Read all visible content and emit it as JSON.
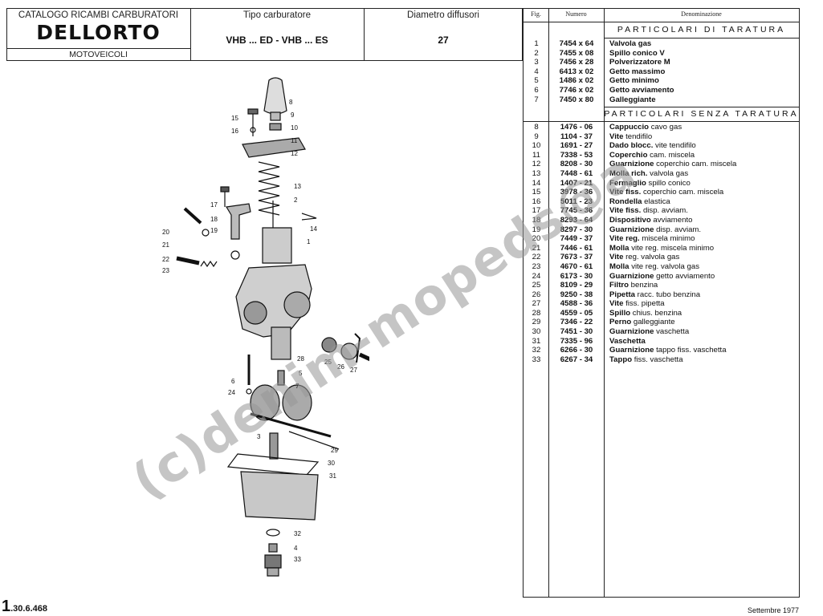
{
  "header": {
    "catalog_title": "CATALOGO RICAMBI CARBURATORI",
    "brand": "DELLORTO",
    "subtitle": "MOTOVEICOLI",
    "type_label": "Tipo carburatore",
    "type_value": "VHB ... ED - VHB ... ES",
    "diameter_label": "Diametro diffusori",
    "diameter_value": "27"
  },
  "table": {
    "col_fig": "Fig.",
    "col_num": "Numero",
    "col_den": "Denominazione",
    "section1_title": "PARTICOLARI DI TARATURA",
    "section1_rows": [
      {
        "fig": "1",
        "num": "7454 x 64",
        "den_bold": "Valvola gas",
        "den_rest": ""
      },
      {
        "fig": "2",
        "num": "7455 x 08",
        "den_bold": "Spillo conico V",
        "den_rest": ""
      },
      {
        "fig": "3",
        "num": "7456 x 28",
        "den_bold": "Polverizzatore M",
        "den_rest": ""
      },
      {
        "fig": "4",
        "num": "6413 x 02",
        "den_bold": "Getto massimo",
        "den_rest": ""
      },
      {
        "fig": "5",
        "num": "1486 x 02",
        "den_bold": "Getto minimo",
        "den_rest": ""
      },
      {
        "fig": "6",
        "num": "7746 x 02",
        "den_bold": "Getto avviamento",
        "den_rest": ""
      },
      {
        "fig": "7",
        "num": "7450 x 80",
        "den_bold": "Galleggiante",
        "den_rest": ""
      }
    ],
    "section2_title": "PARTICOLARI SENZA TARATURA",
    "section2_rows": [
      {
        "fig": "8",
        "num": "1476 - 06",
        "den_bold": "Cappuccio",
        "den_rest": " cavo gas"
      },
      {
        "fig": "9",
        "num": "1104 - 37",
        "den_bold": "Vite",
        "den_rest": " tendifilo"
      },
      {
        "fig": "10",
        "num": "1691 - 27",
        "den_bold": "Dado blocc.",
        "den_rest": " vite tendifilo"
      },
      {
        "fig": "11",
        "num": "7338 - 53",
        "den_bold": "Coperchio",
        "den_rest": " cam. miscela"
      },
      {
        "fig": "12",
        "num": "8208 - 30",
        "den_bold": "Guarnizione",
        "den_rest": " coperchio cam. miscela"
      },
      {
        "fig": "13",
        "num": "7448 - 61",
        "den_bold": "Molla rich.",
        "den_rest": " valvola gas"
      },
      {
        "fig": "14",
        "num": "1407 - 21",
        "den_bold": "Fermaglio",
        "den_rest": " spillo conico"
      },
      {
        "fig": "15",
        "num": "3978 - 36",
        "den_bold": "Vite fiss.",
        "den_rest": " coperchio cam. miscela"
      },
      {
        "fig": "16",
        "num": "5011 - 23",
        "den_bold": "Rondella",
        "den_rest": " elastica"
      },
      {
        "fig": "17",
        "num": "7745 - 36",
        "den_bold": "Vite fiss.",
        "den_rest": " disp. avviam."
      },
      {
        "fig": "18",
        "num": "8293 - 64",
        "den_bold": "Dispositivo",
        "den_rest": " avviamento"
      },
      {
        "fig": "19",
        "num": "8297 - 30",
        "den_bold": "Guarnizione",
        "den_rest": " disp. avviam."
      },
      {
        "fig": "20",
        "num": "7449 - 37",
        "den_bold": "Vite reg.",
        "den_rest": " miscela minimo"
      },
      {
        "fig": "21",
        "num": "7446 - 61",
        "den_bold": "Molla",
        "den_rest": " vite reg. miscela minimo"
      },
      {
        "fig": "22",
        "num": "7673 - 37",
        "den_bold": "Vite",
        "den_rest": " reg. valvola gas"
      },
      {
        "fig": "23",
        "num": "4670 - 61",
        "den_bold": "Molla",
        "den_rest": " vite reg. valvola gas"
      },
      {
        "fig": "24",
        "num": "6173 - 30",
        "den_bold": "Guarnizione",
        "den_rest": " getto avviamento"
      },
      {
        "fig": "25",
        "num": "8109 - 29",
        "den_bold": "Filtro",
        "den_rest": " benzina"
      },
      {
        "fig": "26",
        "num": "9250 - 38",
        "den_bold": "Pipetta",
        "den_rest": " racc. tubo benzina"
      },
      {
        "fig": "27",
        "num": "4588 - 36",
        "den_bold": "Vite",
        "den_rest": " fiss. pipetta"
      },
      {
        "fig": "28",
        "num": "4559 - 05",
        "den_bold": "Spillo",
        "den_rest": " chius. benzina"
      },
      {
        "fig": "29",
        "num": "7346 - 22",
        "den_bold": "Perno",
        "den_rest": " galleggiante"
      },
      {
        "fig": "30",
        "num": "7451 - 30",
        "den_bold": "Guarnizione",
        "den_rest": " vaschetta"
      },
      {
        "fig": "31",
        "num": "7335 - 96",
        "den_bold": "Vaschetta",
        "den_rest": ""
      },
      {
        "fig": "32",
        "num": "6266 - 30",
        "den_bold": "Guarnizione",
        "den_rest": " tappo fiss. vaschetta"
      },
      {
        "fig": "33",
        "num": "6267 - 34",
        "den_bold": "Tappo",
        "den_rest": " fiss. vaschetta"
      }
    ]
  },
  "diagram": {
    "callouts": [
      "8",
      "9",
      "10",
      "11",
      "12",
      "13",
      "2",
      "1",
      "14",
      "15",
      "16",
      "17",
      "18",
      "19",
      "20",
      "21",
      "22",
      "23",
      "24",
      "6",
      "5",
      "7",
      "28",
      "25",
      "26",
      "27",
      "3",
      "29",
      "30",
      "31",
      "32",
      "4",
      "33"
    ]
  },
  "watermark": "(c)denim-mopeds@a",
  "footer": {
    "code_big": "1",
    "code_rest": ".30.6.468",
    "date": "Settembre 1977"
  }
}
